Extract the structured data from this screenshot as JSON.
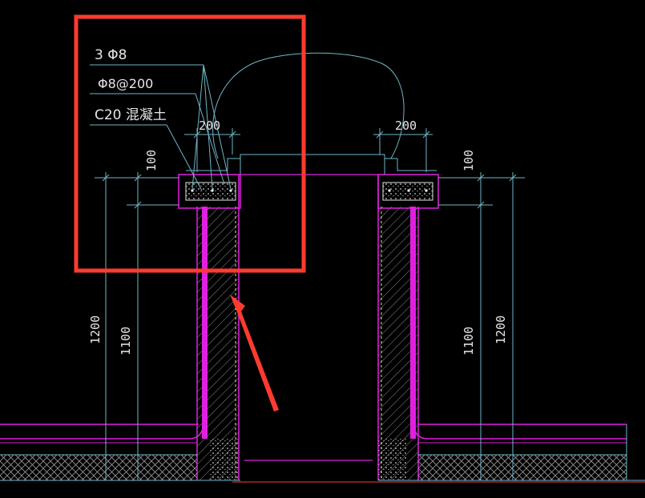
{
  "colors": {
    "background": "#000000",
    "wall": "#e020e0",
    "dimension_line": "#6fb6c8",
    "annotation_text": "#e6e6e6",
    "highlight_box": "#ff3b2f",
    "hatch": "#bfbfbf"
  },
  "annotations": {
    "rebar_main": "3 Φ8",
    "rebar_stirrup": "Φ8@200",
    "concrete": "C20 混凝土"
  },
  "dimensions": {
    "left_width": "200",
    "right_width": "200",
    "left_cap_height": "100",
    "right_cap_height": "100",
    "left_total_height": "1200",
    "left_wall_height": "1100",
    "right_wall_height": "1100",
    "right_total_height": "1200"
  }
}
